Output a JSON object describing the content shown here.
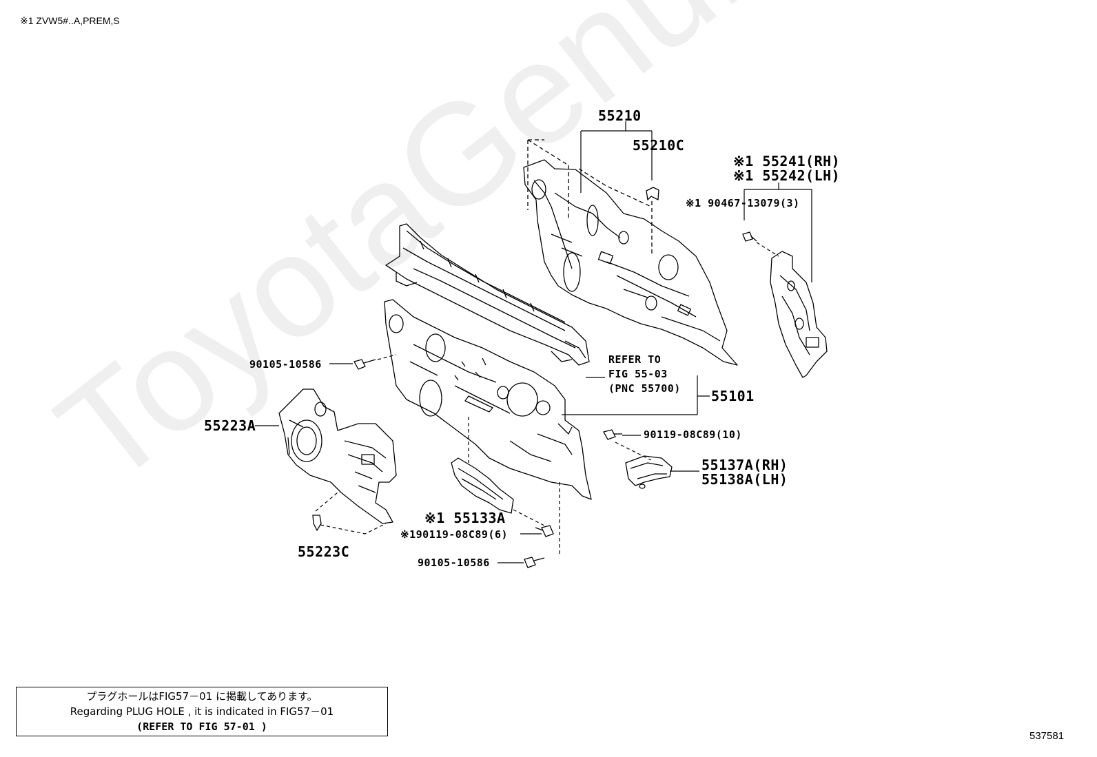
{
  "header": {
    "applicability": "※1 ZVW5#..A,PREM,S"
  },
  "footer": {
    "figure_id": "537581"
  },
  "watermark": "ToyotaGenuine.ru",
  "parts": {
    "p55210": "55210",
    "p55210c": "55210C",
    "p55241": "※1 55241(RH)",
    "p55242": "※1 55242(LH)",
    "p90467": "※1 90467-13079(3)",
    "p90105_a": "90105-10586",
    "p55223a": "55223A",
    "p55223c": "55223C",
    "refer_line1": "REFER TO",
    "refer_line2": "FIG 55-03",
    "refer_line3": "(PNC 55700)",
    "p55101": "55101",
    "p90119_10": "90119-08C89(10)",
    "p55137a": "55137A(RH)",
    "p55138a": "55138A(LH)",
    "p55133a": "※1 55133A",
    "p90119_6": "※190119-08C89(6)",
    "p90105_b": "90105-10586"
  },
  "note": {
    "line_jp": "プラグホールはFIG57－01 に掲載してあります。",
    "line_en": "Regarding  PLUG HOLE , it is  indicated  in  FIG57－01",
    "line_ref": "(REFER TO FIG 57-01  )"
  }
}
